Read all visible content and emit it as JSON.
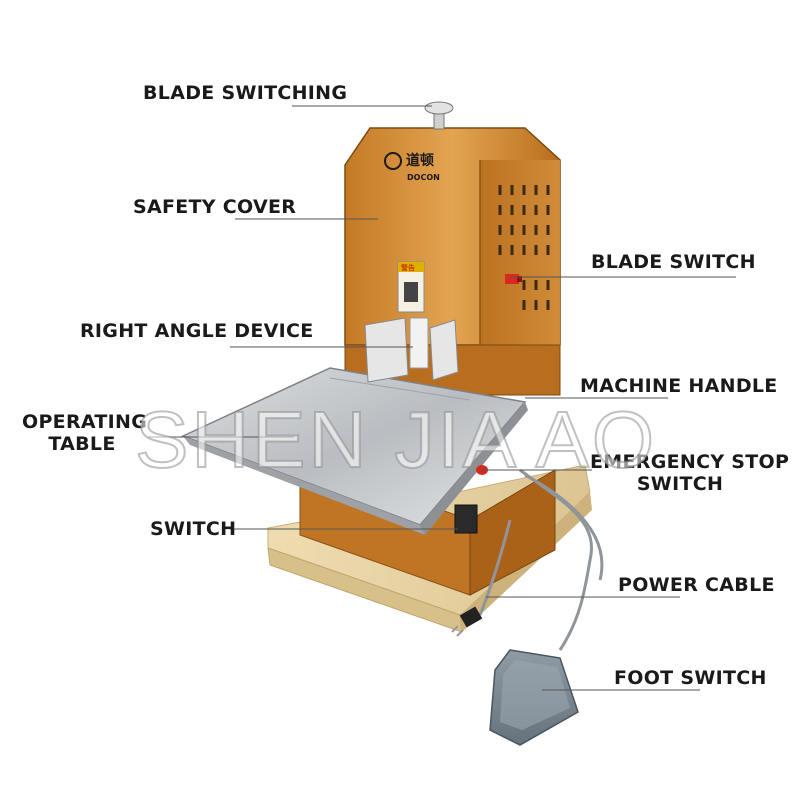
{
  "labels": {
    "blade_switching": "BLADE SWITCHING",
    "safety_cover": "SAFETY COVER",
    "blade_switch": "BLADE SWITCH",
    "right_angle_device": "RIGHT ANGLE DEVICE",
    "machine_handle": "MACHINE HANDLE",
    "operating_table_line1": "OPERATING",
    "operating_table_line2": "TABLE",
    "emergency_stop_line1": "EMERGENCY STOP",
    "emergency_stop_line2": "SWITCH",
    "switch": "SWITCH",
    "power_cable": "POWER CABLE",
    "foot_switch": "FOOT SWITCH"
  },
  "brand": {
    "name": "DOCON",
    "chinese": "道顿",
    "warning_sign": "警告"
  },
  "watermark": "SHEN JIA AO",
  "colors": {
    "cover": "#d08a33",
    "cover_dark": "#a0601c",
    "table": "#c9ccd0",
    "base_wood": "#e8d6a8",
    "pedal": "#7d8a94",
    "leader_line": "#555555"
  }
}
